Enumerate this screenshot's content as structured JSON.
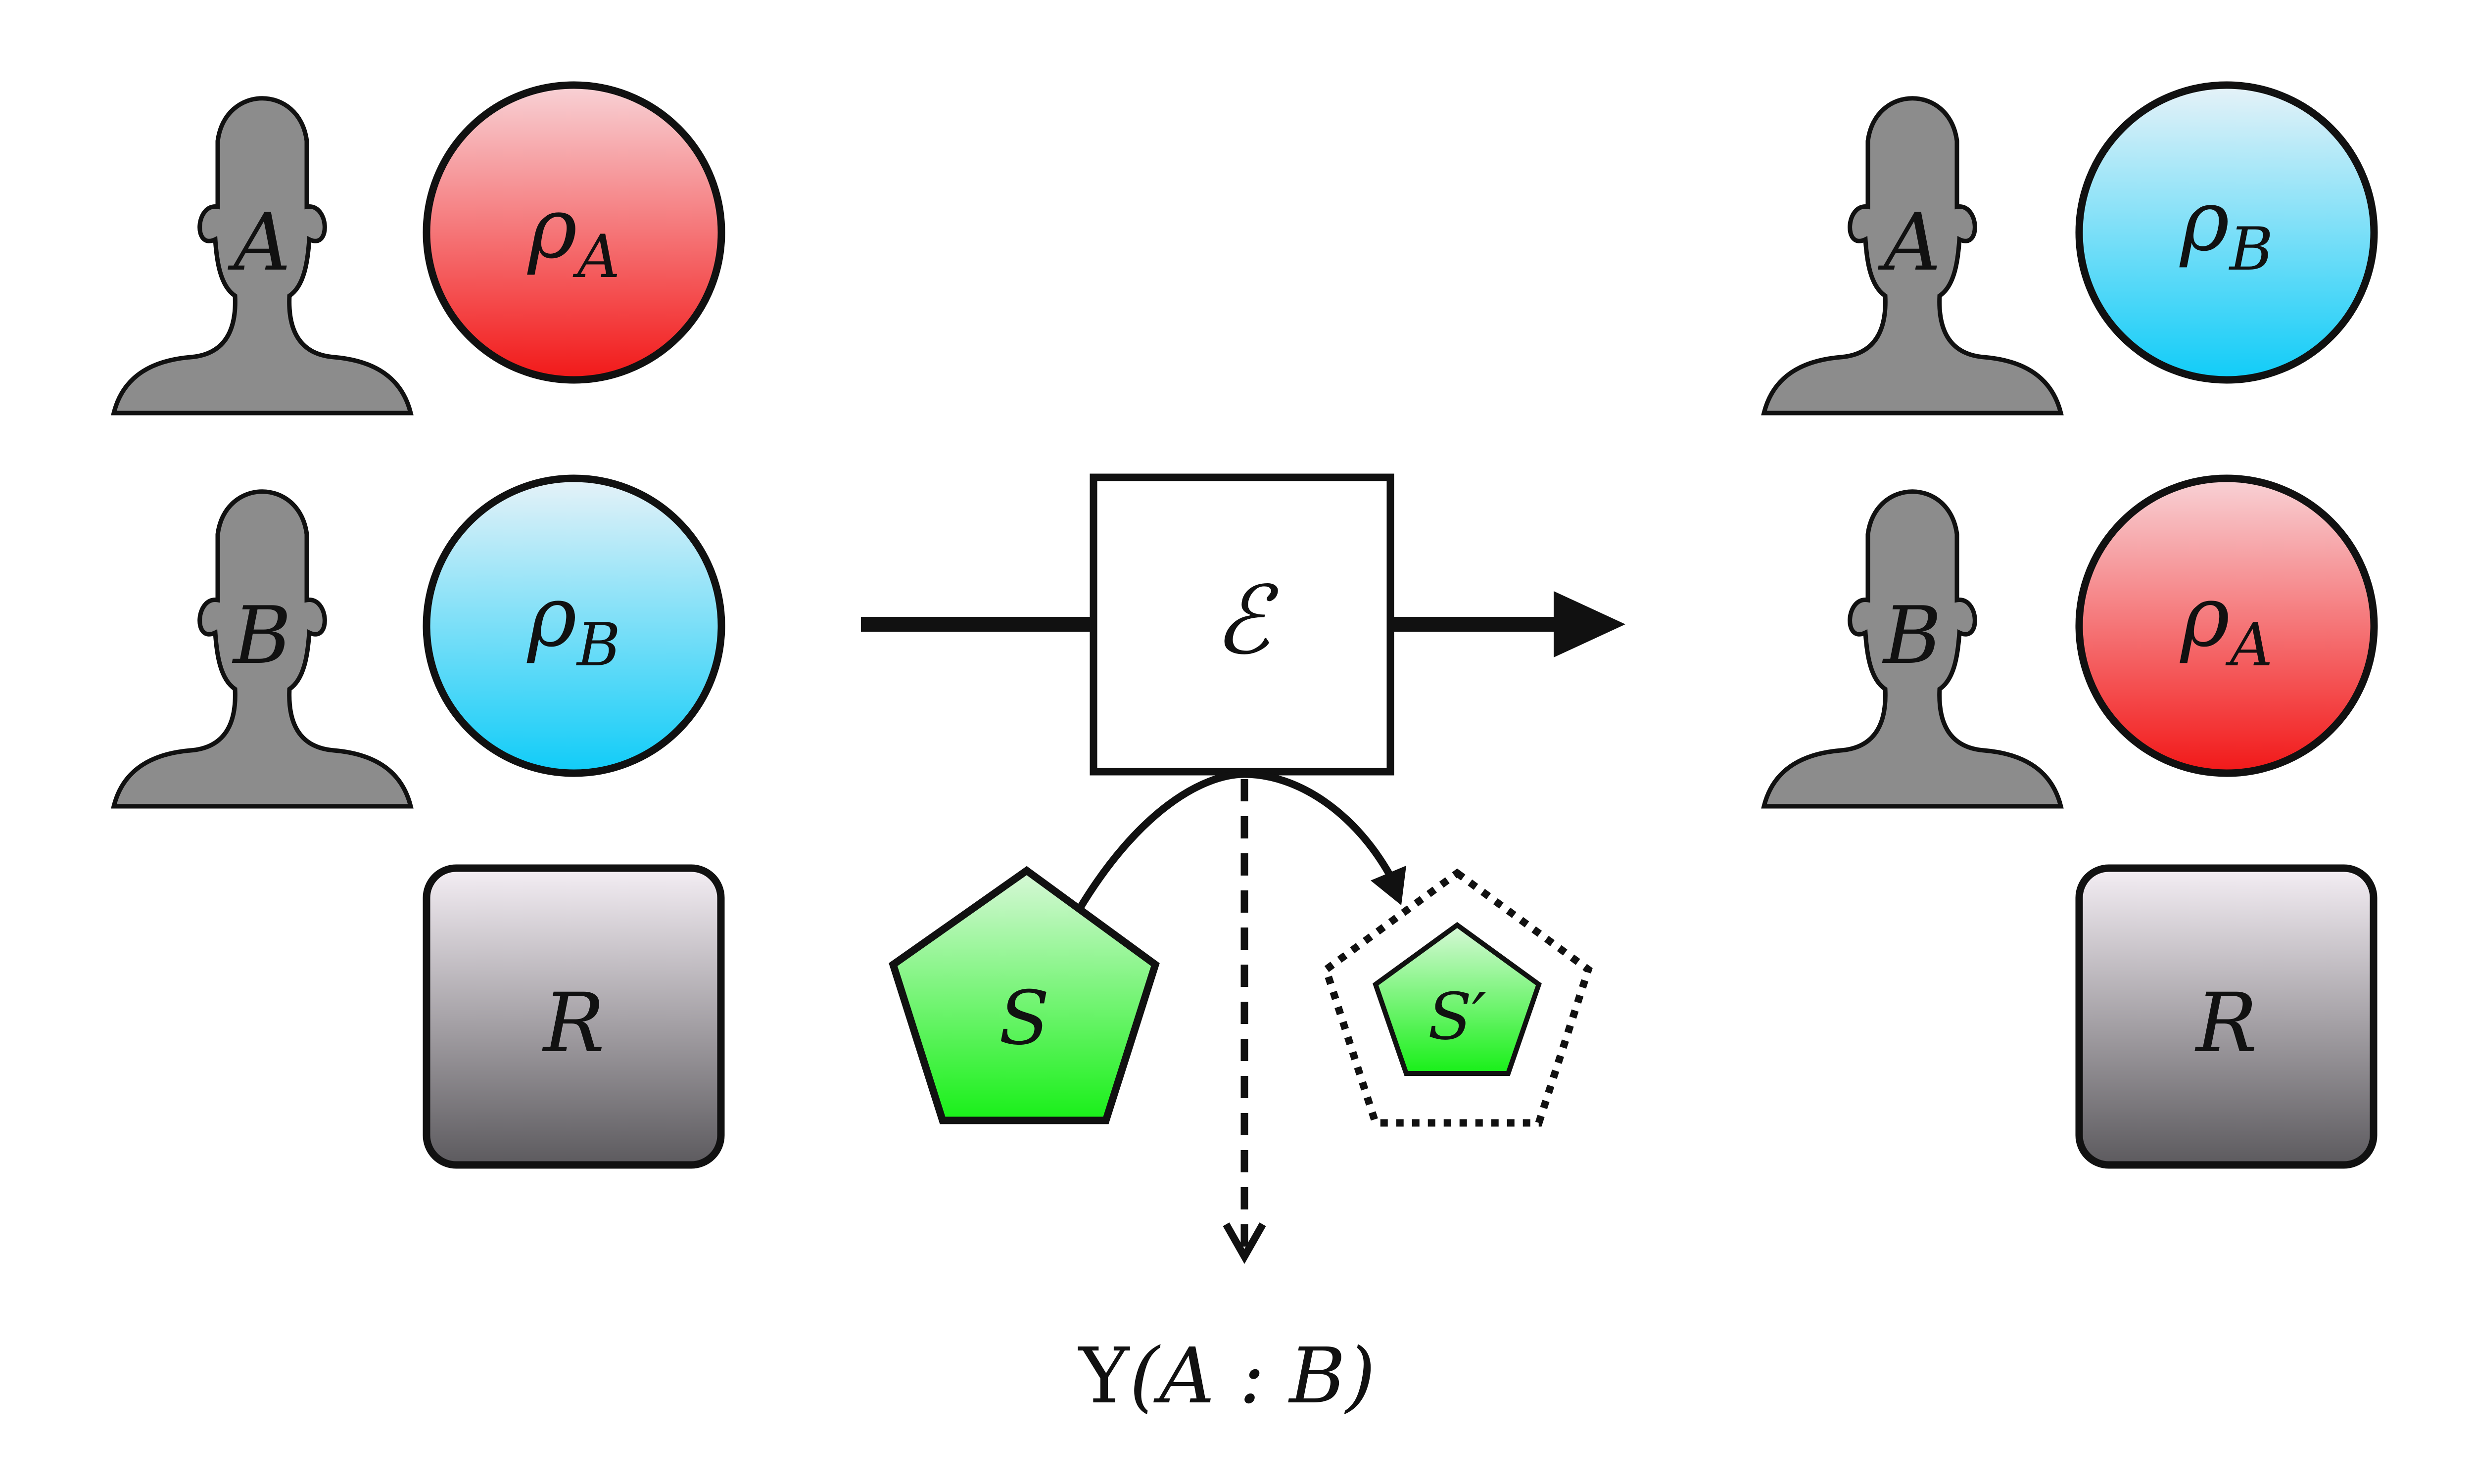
{
  "left_panel": {
    "agent_a": {
      "label": "A",
      "icon": "person-silhouette-icon"
    },
    "agent_b": {
      "label": "B",
      "icon": "person-silhouette-icon"
    },
    "state_a": {
      "symbol": "ρ",
      "subscript": "A",
      "color": "#f21818"
    },
    "state_b": {
      "symbol": "ρ",
      "subscript": "B",
      "color": "#10ccf8"
    },
    "reservoir": {
      "label": "R",
      "color": "#5c5a5e"
    }
  },
  "channel": {
    "label": "ℰ"
  },
  "resource_in": {
    "label": "S",
    "color": "#18f018"
  },
  "resource_out": {
    "label": "S",
    "prime": "′",
    "color": "#18f018"
  },
  "output_quantity": {
    "symbol": "Υ",
    "args": "(A : B)"
  },
  "right_panel": {
    "agent_a": {
      "label": "A",
      "icon": "person-silhouette-icon"
    },
    "agent_b": {
      "label": "B",
      "icon": "person-silhouette-icon"
    },
    "state_top": {
      "symbol": "ρ",
      "subscript": "B",
      "color": "#10ccf8"
    },
    "state_bottom": {
      "symbol": "ρ",
      "subscript": "A",
      "color": "#f21818"
    },
    "reservoir": {
      "label": "R",
      "color": "#5c5a5e"
    }
  },
  "colors": {
    "silhouette": "#8c8c8c",
    "outline": "#111111",
    "red_top": "#f8d2d6",
    "blue_top": "#e6f2f8",
    "green_top": "#d8f8d8",
    "gray_top": "#f4eef4"
  }
}
